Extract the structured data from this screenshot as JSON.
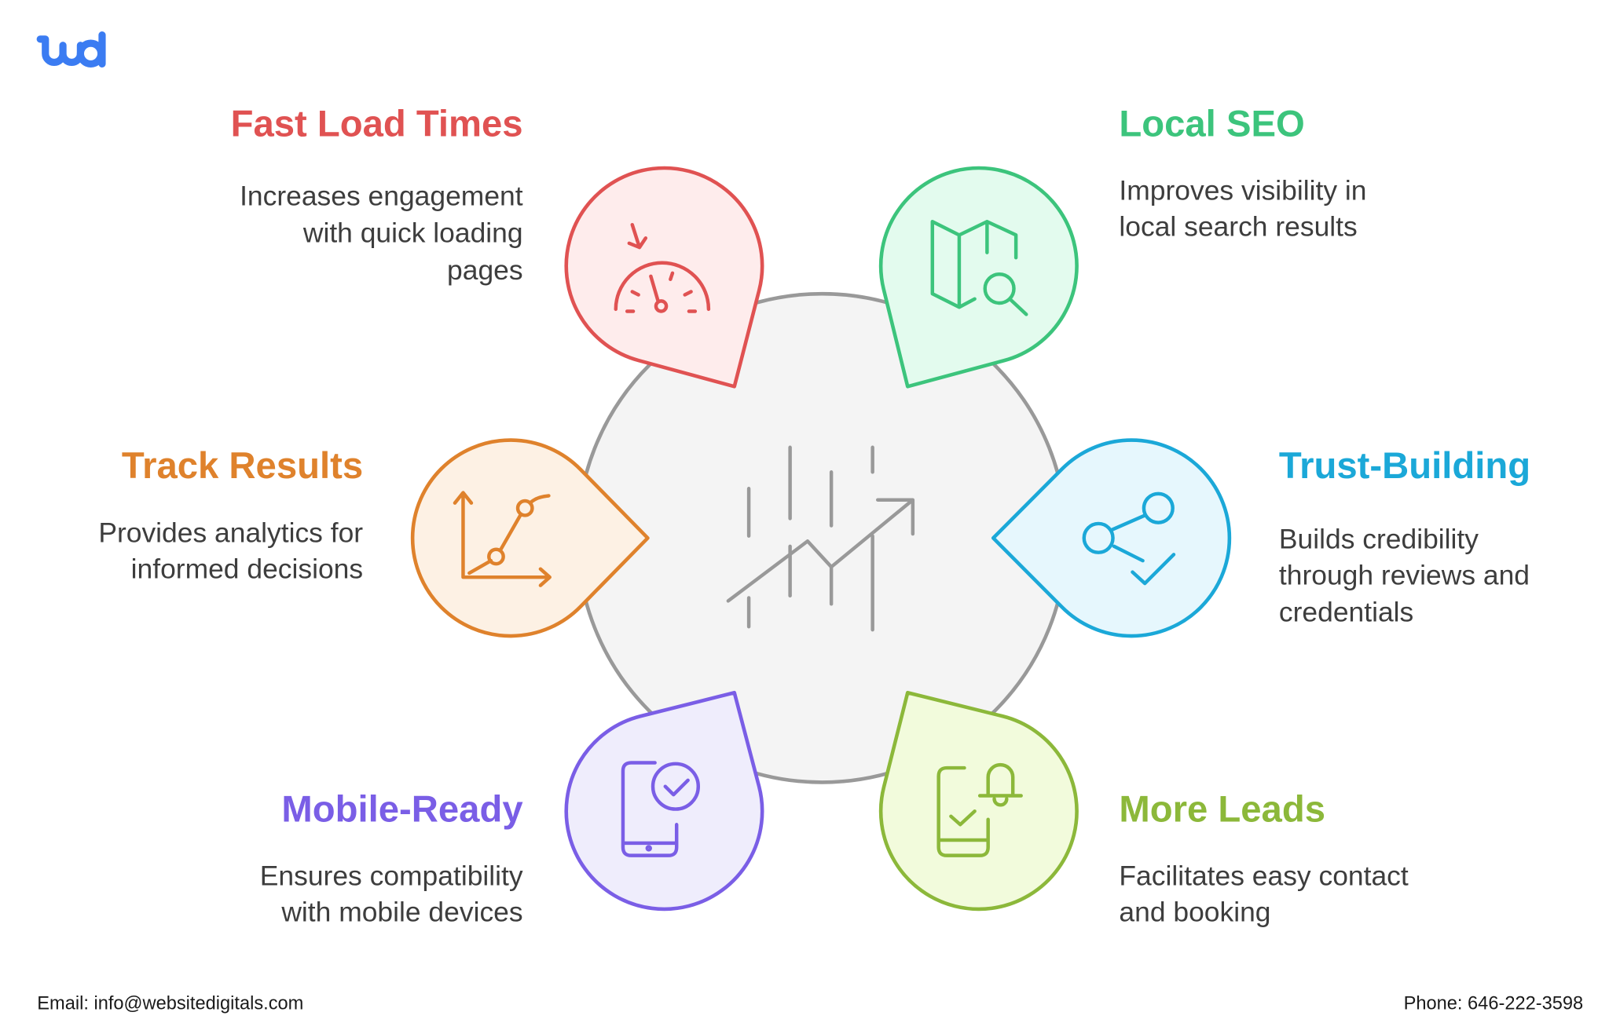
{
  "logo": {
    "text": "wd",
    "color": "#3b7cf2"
  },
  "center": {
    "icon": "trending-chart-icon",
    "stroke": "#999999",
    "fill": "#f4f4f4"
  },
  "items": [
    {
      "title": "Fast Load Times",
      "lines": [
        "Increases engagement",
        "with quick loading",
        "pages"
      ],
      "icon": "speedometer-icon",
      "color": "#e05252",
      "fill": "#feecec"
    },
    {
      "title": "Local SEO",
      "lines": [
        "Improves visibility in",
        "local search results"
      ],
      "icon": "map-search-icon",
      "color": "#3cc47c",
      "fill": "#e3fbee"
    },
    {
      "title": "Track Results",
      "lines": [
        "Provides analytics for",
        "informed decisions"
      ],
      "icon": "analytics-graph-icon",
      "color": "#df822c",
      "fill": "#fdf1e4"
    },
    {
      "title": "Trust-Building",
      "lines": [
        "Builds credibility",
        "through reviews and",
        "credentials"
      ],
      "icon": "share-check-icon",
      "color": "#1ba8d8",
      "fill": "#e6f7fd"
    },
    {
      "title": "Mobile-Ready",
      "lines": [
        "Ensures compatibility",
        "with mobile devices"
      ],
      "icon": "mobile-check-icon",
      "color": "#7a5ee6",
      "fill": "#efedfc"
    },
    {
      "title": "More Leads",
      "lines": [
        "Facilitates easy contact",
        "and booking"
      ],
      "icon": "mobile-bell-icon",
      "color": "#8cb83a",
      "fill": "#f2fbdc"
    }
  ],
  "footer": {
    "email": "Email: info@websitedigitals.com",
    "phone": "Phone: 646-222-3598"
  }
}
